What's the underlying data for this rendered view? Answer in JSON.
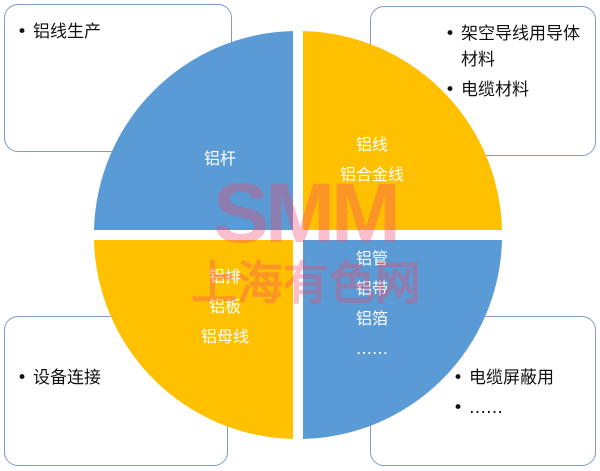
{
  "boxes": {
    "top_left": [
      "铝线生产"
    ],
    "top_right": [
      "架空导线用导体材料",
      "电缆材料"
    ],
    "bottom_left": [
      "设备连接"
    ],
    "bottom_right": [
      "电缆屏蔽用",
      "……"
    ]
  },
  "quadrants": {
    "top_left": [
      "铝杆"
    ],
    "top_right": [
      "铝线",
      "铝合金线"
    ],
    "bottom_left": [
      "铝排",
      "铝板",
      "铝母线"
    ],
    "bottom_right": [
      "铝管",
      "铝带",
      "铝箔",
      "……"
    ]
  },
  "watermark": {
    "logo": "SMM",
    "name": "上海有色网"
  },
  "colors": {
    "blue": "#5b9bd5",
    "gold": "#ffc000",
    "border": "#7f9cc9"
  }
}
